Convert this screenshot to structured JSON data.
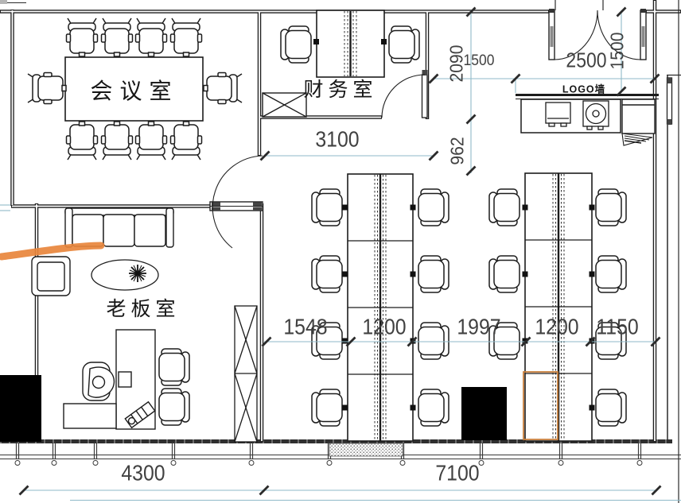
{
  "rooms": {
    "meeting_room": "会议室",
    "finance_room": "财务室",
    "boss_room": "老板室",
    "logo_wall": "LOGO墙"
  },
  "dimensions": {
    "d2090": "2090",
    "d1500_top": "1500",
    "d2500": "2500",
    "d1500_right": "1500",
    "d962": "962",
    "d3100": "3100",
    "row_middle": [
      "1548",
      "1200",
      "1997",
      "1200",
      "1150"
    ],
    "d4300": "4300",
    "d7100": "7100"
  },
  "icons": {
    "plant_icon": "eight-spoke-star",
    "person_icon": "person-at-desk"
  },
  "colors": {
    "wall": "#1f1f1f",
    "dimension_line": "#8fbac8",
    "dimension_text": "#414141",
    "marker_orange": "#e8863c",
    "highlight_orange": "#c9803c",
    "column_black": "#000000"
  }
}
